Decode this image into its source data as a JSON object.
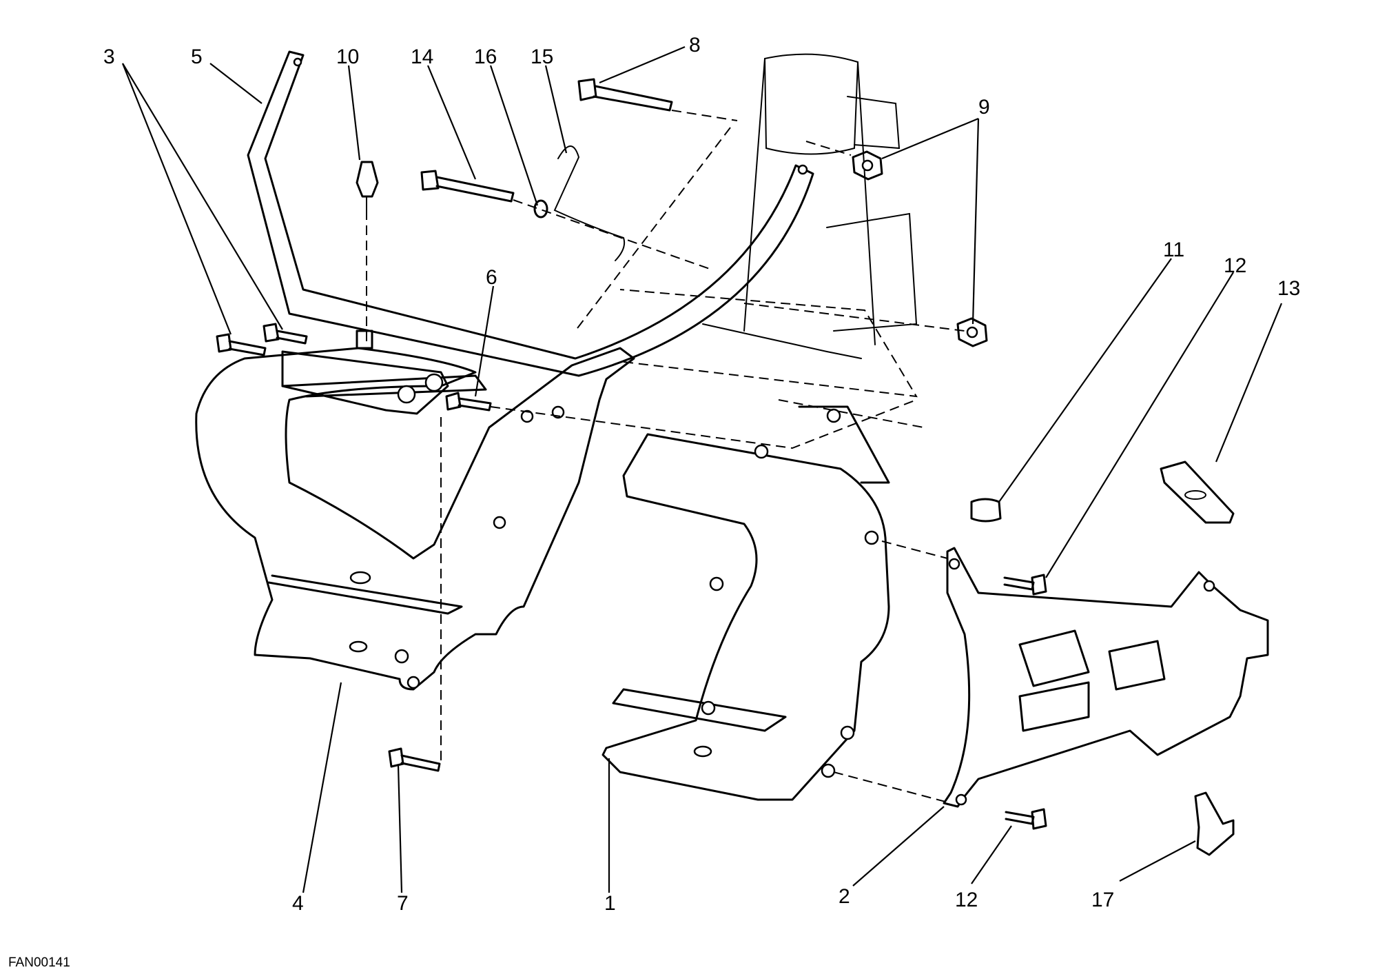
{
  "diagram": {
    "code": "FAN00141",
    "callouts": [
      "1",
      "2",
      "3",
      "4",
      "5",
      "6",
      "7",
      "8",
      "9",
      "10",
      "11",
      "12",
      "12",
      "13",
      "14",
      "15",
      "16",
      "17"
    ]
  }
}
